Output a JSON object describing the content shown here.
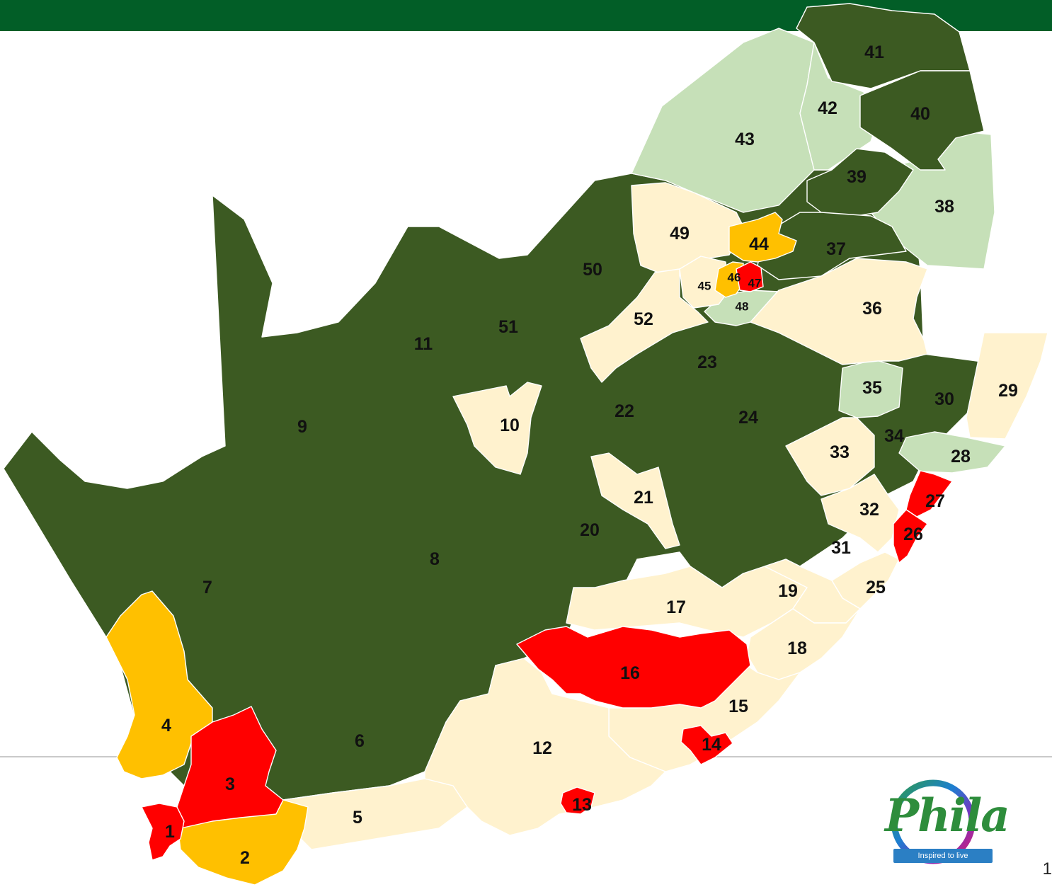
{
  "colors": {
    "header_bar": "#025E27",
    "dark_green": "#3C5A22",
    "light_green": "#C6E0B8",
    "cream": "#FFF2CE",
    "orange": "#FFC000",
    "red": "#FF0000"
  },
  "legend_categories": [
    "dark_green",
    "light_green",
    "cream",
    "orange",
    "red"
  ],
  "regions": [
    {
      "id": "1",
      "label": "1",
      "color": "red"
    },
    {
      "id": "2",
      "label": "2",
      "color": "orange"
    },
    {
      "id": "3",
      "label": "3",
      "color": "red"
    },
    {
      "id": "4",
      "label": "4",
      "color": "orange"
    },
    {
      "id": "5",
      "label": "5",
      "color": "cream"
    },
    {
      "id": "6",
      "label": "6",
      "color": "dark_green"
    },
    {
      "id": "7",
      "label": "7",
      "color": "dark_green"
    },
    {
      "id": "8",
      "label": "8",
      "color": "dark_green"
    },
    {
      "id": "9",
      "label": "9",
      "color": "dark_green"
    },
    {
      "id": "10",
      "label": "10",
      "color": "cream"
    },
    {
      "id": "11",
      "label": "11",
      "color": "dark_green"
    },
    {
      "id": "12",
      "label": "12",
      "color": "cream"
    },
    {
      "id": "13",
      "label": "13",
      "color": "red"
    },
    {
      "id": "14",
      "label": "14",
      "color": "red"
    },
    {
      "id": "15",
      "label": "15",
      "color": "cream"
    },
    {
      "id": "16",
      "label": "16",
      "color": "red"
    },
    {
      "id": "17",
      "label": "17",
      "color": "cream"
    },
    {
      "id": "18",
      "label": "18",
      "color": "cream"
    },
    {
      "id": "19",
      "label": "19",
      "color": "cream"
    },
    {
      "id": "20",
      "label": "20",
      "color": "dark_green"
    },
    {
      "id": "21",
      "label": "21",
      "color": "cream"
    },
    {
      "id": "22",
      "label": "22",
      "color": "dark_green"
    },
    {
      "id": "23",
      "label": "23",
      "color": "dark_green"
    },
    {
      "id": "24",
      "label": "24",
      "color": "dark_green"
    },
    {
      "id": "25",
      "label": "25",
      "color": "cream"
    },
    {
      "id": "26",
      "label": "26",
      "color": "red"
    },
    {
      "id": "27",
      "label": "27",
      "color": "red"
    },
    {
      "id": "28",
      "label": "28",
      "color": "light_green"
    },
    {
      "id": "29",
      "label": "29",
      "color": "cream"
    },
    {
      "id": "30",
      "label": "30",
      "color": "dark_green"
    },
    {
      "id": "31",
      "label": "31",
      "color": "dark_green"
    },
    {
      "id": "32",
      "label": "32",
      "color": "cream"
    },
    {
      "id": "33",
      "label": "33",
      "color": "cream"
    },
    {
      "id": "34",
      "label": "34",
      "color": "dark_green"
    },
    {
      "id": "35",
      "label": "35",
      "color": "light_green"
    },
    {
      "id": "36",
      "label": "36",
      "color": "cream"
    },
    {
      "id": "37",
      "label": "37",
      "color": "dark_green"
    },
    {
      "id": "38",
      "label": "38",
      "color": "light_green"
    },
    {
      "id": "39",
      "label": "39",
      "color": "dark_green"
    },
    {
      "id": "40",
      "label": "40",
      "color": "dark_green"
    },
    {
      "id": "41",
      "label": "41",
      "color": "dark_green"
    },
    {
      "id": "42",
      "label": "42",
      "color": "light_green"
    },
    {
      "id": "43",
      "label": "43",
      "color": "light_green"
    },
    {
      "id": "44",
      "label": "44",
      "color": "orange"
    },
    {
      "id": "45",
      "label": "45",
      "color": "cream"
    },
    {
      "id": "46",
      "label": "46",
      "color": "orange"
    },
    {
      "id": "47",
      "label": "47",
      "color": "red"
    },
    {
      "id": "48",
      "label": "48",
      "color": "light_green"
    },
    {
      "id": "49",
      "label": "49",
      "color": "cream"
    },
    {
      "id": "50",
      "label": "50",
      "color": "dark_green"
    },
    {
      "id": "51",
      "label": "51",
      "color": "dark_green"
    },
    {
      "id": "52",
      "label": "52",
      "color": "cream"
    }
  ],
  "logo": {
    "wordmark": "Phila",
    "tagline": "Inspired to live"
  },
  "slide_number": "1"
}
